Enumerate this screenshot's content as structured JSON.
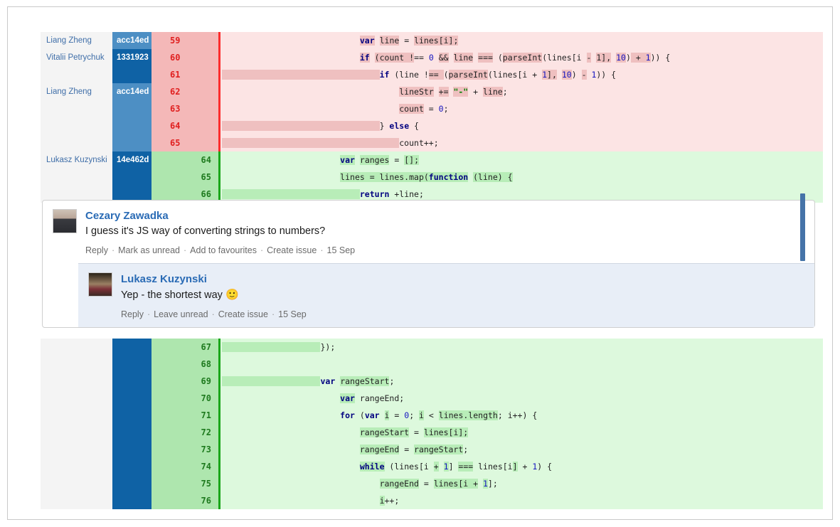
{
  "diff_top": {
    "rows": [
      {
        "author": "Liang Zheng",
        "hash": "acc14ed",
        "hash_shade": "light",
        "num": "59",
        "kind": "del",
        "tokens": [
          {
            "t": "                            ",
            "c": "pl"
          },
          {
            "t": "var",
            "c": "kw hl-del"
          },
          {
            "t": " ",
            "c": "pl"
          },
          {
            "t": "line",
            "c": "pl hl-del"
          },
          {
            "t": " = ",
            "c": "pl"
          },
          {
            "t": "lines[i];",
            "c": "pl hl-del"
          }
        ]
      },
      {
        "author": "Vitalii Petrychuk",
        "hash": "1331923",
        "hash_shade": "dark",
        "num": "60",
        "kind": "del",
        "tokens": [
          {
            "t": "                            ",
            "c": "pl"
          },
          {
            "t": "if",
            "c": "kw hl-del"
          },
          {
            "t": " ",
            "c": "pl"
          },
          {
            "t": "(count !",
            "c": "pl hl-del"
          },
          {
            "t": "== ",
            "c": "pl"
          },
          {
            "t": "0",
            "c": "num"
          },
          {
            "t": " ",
            "c": "pl"
          },
          {
            "t": "&&",
            "c": "pl hl-del"
          },
          {
            "t": " ",
            "c": "pl"
          },
          {
            "t": "line",
            "c": "pl hl-del"
          },
          {
            "t": " ",
            "c": "pl"
          },
          {
            "t": "===",
            "c": "pl hl-del"
          },
          {
            "t": " (",
            "c": "pl"
          },
          {
            "t": "parseInt",
            "c": "pl hl-del"
          },
          {
            "t": "(lines[i ",
            "c": "pl"
          },
          {
            "t": "-",
            "c": "pl hl-del"
          },
          {
            "t": " ",
            "c": "pl"
          },
          {
            "t": "1],",
            "c": "pl hl-del"
          },
          {
            "t": " ",
            "c": "pl"
          },
          {
            "t": "10",
            "c": "num hl-del"
          },
          {
            "t": ")",
            "c": "pl"
          },
          {
            "t": " + ",
            "c": "pl hl-del"
          },
          {
            "t": "1",
            "c": "num hl-del"
          },
          {
            "t": ")) {",
            "c": "pl"
          }
        ]
      },
      {
        "author": "",
        "hash": "",
        "hash_shade": "dark",
        "num": "61",
        "kind": "del",
        "tokens": [
          {
            "t": "                                ",
            "c": "pl hl-del"
          },
          {
            "t": "if",
            "c": "kw"
          },
          {
            "t": " (line !",
            "c": "pl"
          },
          {
            "t": "== ",
            "c": "pl hl-del"
          },
          {
            "t": "(",
            "c": "pl"
          },
          {
            "t": "parseInt",
            "c": "pl hl-del"
          },
          {
            "t": "(lines[i + ",
            "c": "pl"
          },
          {
            "t": "1",
            "c": "num hl-del"
          },
          {
            "t": "],",
            "c": "pl hl-del"
          },
          {
            "t": " ",
            "c": "pl"
          },
          {
            "t": "10",
            "c": "num hl-del"
          },
          {
            "t": ")",
            "c": "pl"
          },
          {
            "t": " ",
            "c": "pl"
          },
          {
            "t": "-",
            "c": "pl hl-del"
          },
          {
            "t": " ",
            "c": "pl"
          },
          {
            "t": "1",
            "c": "num"
          },
          {
            "t": ")) {",
            "c": "pl"
          }
        ]
      },
      {
        "author": "Liang Zheng",
        "hash": "acc14ed",
        "hash_shade": "light",
        "num": "62",
        "kind": "del",
        "tokens": [
          {
            "t": "                                    ",
            "c": "pl"
          },
          {
            "t": "lineStr",
            "c": "pl hl-del"
          },
          {
            "t": " ",
            "c": "pl"
          },
          {
            "t": "+=",
            "c": "pl hl-del"
          },
          {
            "t": " ",
            "c": "pl"
          },
          {
            "t": "\"-\"",
            "c": "str hl-del"
          },
          {
            "t": " + ",
            "c": "pl"
          },
          {
            "t": "line",
            "c": "pl hl-del"
          },
          {
            "t": ";",
            "c": "pl"
          }
        ]
      },
      {
        "author": "",
        "hash": "",
        "hash_shade": "light",
        "num": "63",
        "kind": "del",
        "tokens": [
          {
            "t": "                                    ",
            "c": "pl"
          },
          {
            "t": "count",
            "c": "pl hl-del"
          },
          {
            "t": " = ",
            "c": "pl"
          },
          {
            "t": "0",
            "c": "num"
          },
          {
            "t": ";",
            "c": "pl"
          }
        ]
      },
      {
        "author": "",
        "hash": "",
        "hash_shade": "light",
        "num": "64",
        "kind": "del",
        "tokens": [
          {
            "t": "                                ",
            "c": "pl hl-del"
          },
          {
            "t": "} ",
            "c": "pl"
          },
          {
            "t": "else",
            "c": "kw"
          },
          {
            "t": " {",
            "c": "pl"
          }
        ]
      },
      {
        "author": "",
        "hash": "",
        "hash_shade": "light",
        "num": "65",
        "kind": "del",
        "tokens": [
          {
            "t": "                                    ",
            "c": "pl hl-del"
          },
          {
            "t": "count",
            "c": "pl"
          },
          {
            "t": "++;",
            "c": "pl"
          }
        ]
      },
      {
        "author": "Lukasz Kuzynski",
        "hash": "14e462d",
        "hash_shade": "dark",
        "num": "64",
        "kind": "add",
        "tokens": [
          {
            "t": "                        ",
            "c": "pl"
          },
          {
            "t": "var",
            "c": "kw hl-add"
          },
          {
            "t": " ",
            "c": "pl"
          },
          {
            "t": "ranges",
            "c": "pl hl-add"
          },
          {
            "t": " = ",
            "c": "pl"
          },
          {
            "t": "[];",
            "c": "pl hl-add"
          }
        ]
      },
      {
        "author": "",
        "hash": "",
        "hash_shade": "dark",
        "num": "65",
        "kind": "add",
        "tokens": [
          {
            "t": "                        ",
            "c": "pl"
          },
          {
            "t": "lines = lines.map(",
            "c": "pl hl-add"
          },
          {
            "t": "function",
            "c": "kw hl-add"
          },
          {
            "t": " ",
            "c": "pl"
          },
          {
            "t": "(line) {",
            "c": "pl hl-add"
          }
        ]
      },
      {
        "author": "",
        "hash": "",
        "hash_shade": "dark",
        "num": "66",
        "kind": "add",
        "tokens": [
          {
            "t": "                            ",
            "c": "pl hl-add"
          },
          {
            "t": "return",
            "c": "kw"
          },
          {
            "t": " +line;",
            "c": "pl"
          }
        ]
      }
    ]
  },
  "comment": {
    "author": "Cezary Zawadka",
    "text": "I guess it's JS way of converting strings to numbers?",
    "actions": [
      "Reply",
      "Mark as unread",
      "Add to favourites",
      "Create issue",
      "15 Sep"
    ],
    "reply": {
      "author": "Lukasz Kuzynski",
      "text": "Yep - the shortest way ",
      "emoji": "🙂",
      "actions": [
        "Reply",
        "Leave unread",
        "Create issue",
        "15 Sep"
      ]
    }
  },
  "diff_bottom": {
    "rows": [
      {
        "author": "",
        "hash": "",
        "hash_shade": "dark",
        "num": "67",
        "kind": "add",
        "tokens": [
          {
            "t": "                    ",
            "c": "pl hl-add"
          },
          {
            "t": "});",
            "c": "pl"
          }
        ]
      },
      {
        "author": "",
        "hash": "",
        "hash_shade": "dark",
        "num": "68",
        "kind": "add",
        "tokens": [
          {
            "t": "",
            "c": "pl"
          }
        ]
      },
      {
        "author": "",
        "hash": "",
        "hash_shade": "dark",
        "num": "69",
        "kind": "add",
        "tokens": [
          {
            "t": "                    ",
            "c": "pl hl-add"
          },
          {
            "t": "var",
            "c": "kw"
          },
          {
            "t": " ",
            "c": "pl"
          },
          {
            "t": "rangeStart",
            "c": "pl hl-add"
          },
          {
            "t": ";",
            "c": "pl"
          }
        ]
      },
      {
        "author": "",
        "hash": "",
        "hash_shade": "dark",
        "num": "70",
        "kind": "add",
        "tokens": [
          {
            "t": "                        ",
            "c": "pl"
          },
          {
            "t": "var",
            "c": "kw hl-add"
          },
          {
            "t": " ",
            "c": "pl"
          },
          {
            "t": "rangeEnd",
            "c": "pl"
          },
          {
            "t": ";",
            "c": "pl"
          }
        ]
      },
      {
        "author": "",
        "hash": "",
        "hash_shade": "dark",
        "num": "71",
        "kind": "add",
        "tokens": [
          {
            "t": "                        ",
            "c": "pl"
          },
          {
            "t": "for",
            "c": "kw"
          },
          {
            "t": " (",
            "c": "pl"
          },
          {
            "t": "var",
            "c": "kw"
          },
          {
            "t": " ",
            "c": "pl"
          },
          {
            "t": "i",
            "c": "pl hl-add"
          },
          {
            "t": " = ",
            "c": "pl"
          },
          {
            "t": "0",
            "c": "num"
          },
          {
            "t": "; ",
            "c": "pl"
          },
          {
            "t": "i",
            "c": "pl hl-add"
          },
          {
            "t": " < ",
            "c": "pl"
          },
          {
            "t": "lines.length",
            "c": "pl hl-add"
          },
          {
            "t": "; i++) {",
            "c": "pl"
          }
        ]
      },
      {
        "author": "",
        "hash": "",
        "hash_shade": "dark",
        "num": "72",
        "kind": "add",
        "tokens": [
          {
            "t": "                            ",
            "c": "pl"
          },
          {
            "t": "rangeStart",
            "c": "pl hl-add"
          },
          {
            "t": " = ",
            "c": "pl"
          },
          {
            "t": "lines[i];",
            "c": "pl hl-add"
          }
        ]
      },
      {
        "author": "",
        "hash": "",
        "hash_shade": "dark",
        "num": "73",
        "kind": "add",
        "tokens": [
          {
            "t": "                            ",
            "c": "pl"
          },
          {
            "t": "rangeEnd",
            "c": "pl hl-add"
          },
          {
            "t": " = ",
            "c": "pl"
          },
          {
            "t": "rangeStart",
            "c": "pl hl-add"
          },
          {
            "t": ";",
            "c": "pl"
          }
        ]
      },
      {
        "author": "",
        "hash": "",
        "hash_shade": "dark",
        "num": "74",
        "kind": "add",
        "tokens": [
          {
            "t": "                            ",
            "c": "pl"
          },
          {
            "t": "while",
            "c": "kw hl-add"
          },
          {
            "t": " (lines[i ",
            "c": "pl"
          },
          {
            "t": "+",
            "c": "pl hl-add"
          },
          {
            "t": " ",
            "c": "pl"
          },
          {
            "t": "1",
            "c": "num hl-add"
          },
          {
            "t": "] ",
            "c": "pl"
          },
          {
            "t": "===",
            "c": "pl hl-add"
          },
          {
            "t": " lines[i",
            "c": "pl"
          },
          {
            "t": "]",
            "c": "pl hl-add"
          },
          {
            "t": " + ",
            "c": "pl"
          },
          {
            "t": "1",
            "c": "num"
          },
          {
            "t": ") {",
            "c": "pl"
          }
        ]
      },
      {
        "author": "",
        "hash": "",
        "hash_shade": "dark",
        "num": "75",
        "kind": "add",
        "tokens": [
          {
            "t": "                                ",
            "c": "pl"
          },
          {
            "t": "rangeEnd",
            "c": "pl hl-add"
          },
          {
            "t": " = ",
            "c": "pl"
          },
          {
            "t": "lines[i +",
            "c": "pl hl-add"
          },
          {
            "t": " ",
            "c": "pl"
          },
          {
            "t": "1",
            "c": "num hl-add"
          },
          {
            "t": "];",
            "c": "pl"
          }
        ]
      },
      {
        "author": "",
        "hash": "",
        "hash_shade": "dark",
        "num": "76",
        "kind": "add",
        "tokens": [
          {
            "t": "                                ",
            "c": "pl"
          },
          {
            "t": "i",
            "c": "pl hl-add"
          },
          {
            "t": "++;",
            "c": "pl"
          }
        ]
      }
    ]
  },
  "colors": {
    "del_num_bg": "#f4b8b8",
    "del_code_bg": "#fce4e4",
    "add_num_bg": "#aee6ae",
    "add_code_bg": "#ddf9dd",
    "hash_light": "#4d8fc4",
    "hash_dark": "#0f62a5",
    "author_link": "#3f6ea8",
    "comment_name": "#2a6bb5",
    "reply_bg": "#e8eef7",
    "scrollbar": "#4573a8"
  }
}
